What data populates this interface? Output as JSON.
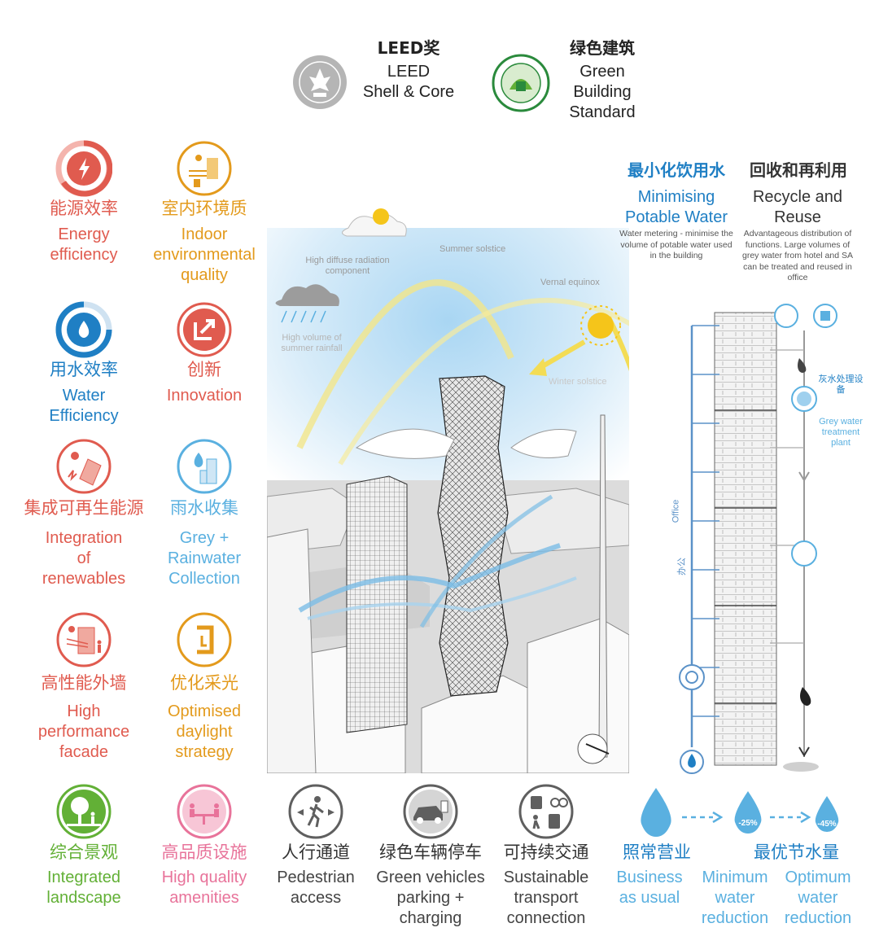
{
  "certs": {
    "leed": {
      "zh": "LEED奖",
      "line1": "LEED",
      "line2": "Shell & Core"
    },
    "green": {
      "zh": "绿色建筑",
      "line1": "Green",
      "line2": "Building",
      "line3": "Standard"
    }
  },
  "colors": {
    "red": "#e05b4f",
    "orange": "#e39a1c",
    "blue": "#1f7fc4",
    "lightblue": "#5ab0e0",
    "green": "#62b036",
    "pink": "#e8739a",
    "grey": "#5f5f5f",
    "yellow": "#f3dc55"
  },
  "features": [
    {
      "zh": "能源效率",
      "en1": "Energy",
      "en2": "efficiency",
      "icon": "lightning-icon"
    },
    {
      "zh": "室内环境质",
      "en1": "Indoor",
      "en2": "environmental",
      "en3": "quality",
      "icon": "indoor-quality-icon"
    },
    {
      "zh": "用水效率",
      "en1": "Water",
      "en2": "Efficiency",
      "icon": "water-drop-icon"
    },
    {
      "zh": "创新",
      "en1": "Innovation",
      "icon": "innovation-arrow-icon"
    },
    {
      "zh": "集成可再生能源",
      "en1": "Integration",
      "en2": "of",
      "en3": "renewables",
      "icon": "solar-panel-icon"
    },
    {
      "zh": "雨水收集",
      "en1": "Grey +",
      "en2": "Rainwater",
      "en3": "Collection",
      "icon": "rainwater-recycle-icon"
    },
    {
      "zh": "高性能外墙",
      "en1": "High",
      "en2": "performance",
      "en3": "facade",
      "icon": "facade-icon"
    },
    {
      "zh": "优化采光",
      "en1": "Optimised",
      "en2": "daylight",
      "en3": "strategy",
      "icon": "daylight-icon"
    },
    {
      "zh": "综合景观",
      "en1": "Integrated",
      "en2": "landscape",
      "icon": "tree-icon"
    },
    {
      "zh": "高品质设施",
      "en1": "High quality",
      "en2": "amenities",
      "icon": "dining-icon"
    },
    {
      "zh": "人行通道",
      "en1": "Pedestrian",
      "en2": "access",
      "icon": "pedestrian-icon"
    },
    {
      "zh": "绿色车辆停车",
      "en1": "Green vehicles",
      "en2": "parking +",
      "en3": "charging",
      "icon": "ev-charging-icon"
    },
    {
      "zh": "可持续交通",
      "en1": "Sustainable",
      "en2": "transport",
      "en3": "connection",
      "icon": "transport-icon"
    }
  ],
  "diagram": {
    "high_diffuse": "High diffuse radiation component",
    "summer_solstice": "Summer solstice",
    "vernal_equinox": "Vernal equinox",
    "winter_solstice": "Winter solstice",
    "high_rainfall": "High volume of summer rainfall"
  },
  "water": {
    "minimising": {
      "zh": "最小化饮用水",
      "en1": "Minimising",
      "en2": "Potable Water",
      "desc": "Water metering - minimise the volume of potable water used in the building"
    },
    "recycle": {
      "zh": "回收和再利用",
      "en1": "Recycle and",
      "en2": "Reuse",
      "desc": "Advantageous distribution of functions. Large volumes of grey water from hotel and SA can be treated and reused in office"
    },
    "office_en": "Office",
    "office_zh": "办公",
    "grey_plant_zh": "灰水处理设备",
    "grey_plant_en": "Grey water treatment plant"
  },
  "savings": {
    "business": {
      "zh": "照常营业",
      "en1": "Business",
      "en2": "as usual"
    },
    "optimal_zh": "最优节水量",
    "minimum": {
      "en1": "Minimum",
      "en2": "water",
      "en3": "reduction",
      "pct": "-25%"
    },
    "optimum": {
      "en1": "Optimum",
      "en2": "water",
      "en3": "reduction",
      "pct": "-45%"
    }
  }
}
